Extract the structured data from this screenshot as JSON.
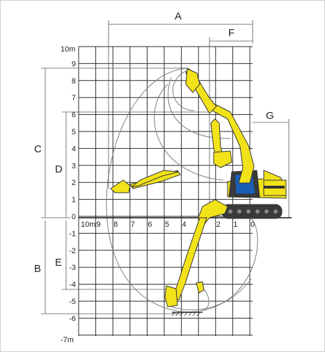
{
  "dimension_labels": {
    "A": "A",
    "B": "B",
    "C": "C",
    "D": "D",
    "E": "E",
    "F": "F",
    "G": "G"
  },
  "vertical_axis": {
    "top_label": "10m",
    "bottom_label": "-7m",
    "ticks": [
      "9",
      "8",
      "7",
      "6",
      "5",
      "4",
      "3",
      "2",
      "1",
      "0",
      "-1",
      "-2",
      "-3",
      "-4",
      "-5",
      "-6"
    ]
  },
  "horizontal_axis": {
    "first_label": "10m",
    "ticks": [
      "9",
      "8",
      "7",
      "6",
      "5",
      "4",
      "3",
      "2",
      "1",
      "0"
    ]
  },
  "colors": {
    "machine_yellow": "#f2e21a",
    "machine_outline": "#333333",
    "grid": "#2a2a2a",
    "reach_curves": "#7d7d7d",
    "track": "#3a3a3a",
    "cab_glass": "#1a5fb4"
  }
}
